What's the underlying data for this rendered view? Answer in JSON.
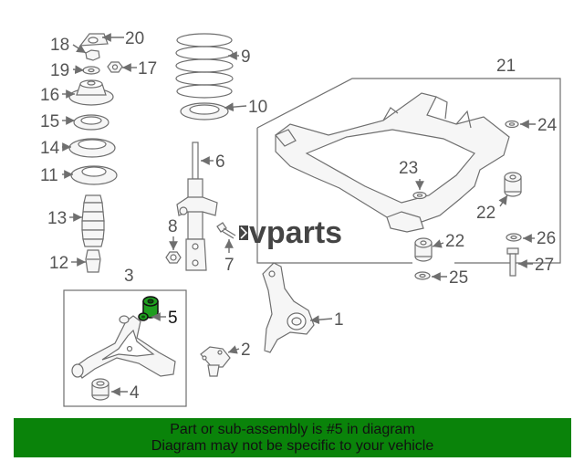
{
  "watermark": "vparts",
  "callouts": {
    "c1": "1",
    "c2": "2",
    "c3": "3",
    "c4": "4",
    "c5": "5",
    "c6": "6",
    "c7": "7",
    "c8": "8",
    "c9": "9",
    "c10": "10",
    "c11": "11",
    "c12": "12",
    "c13": "13",
    "c14": "14",
    "c15": "15",
    "c16": "16",
    "c17": "17",
    "c18": "18",
    "c19": "19",
    "c20": "20",
    "c21": "21",
    "c22a": "22",
    "c22b": "22",
    "c23": "23",
    "c24": "24",
    "c25": "25",
    "c26": "26",
    "c27": "27"
  },
  "highlight": {
    "part_number": "5",
    "color": "#1f9e1f"
  },
  "banner": {
    "line1": "Part or sub-assembly is #5 in diagram",
    "line2": "Diagram may not be specific to your vehicle",
    "background": "#0a830a"
  }
}
